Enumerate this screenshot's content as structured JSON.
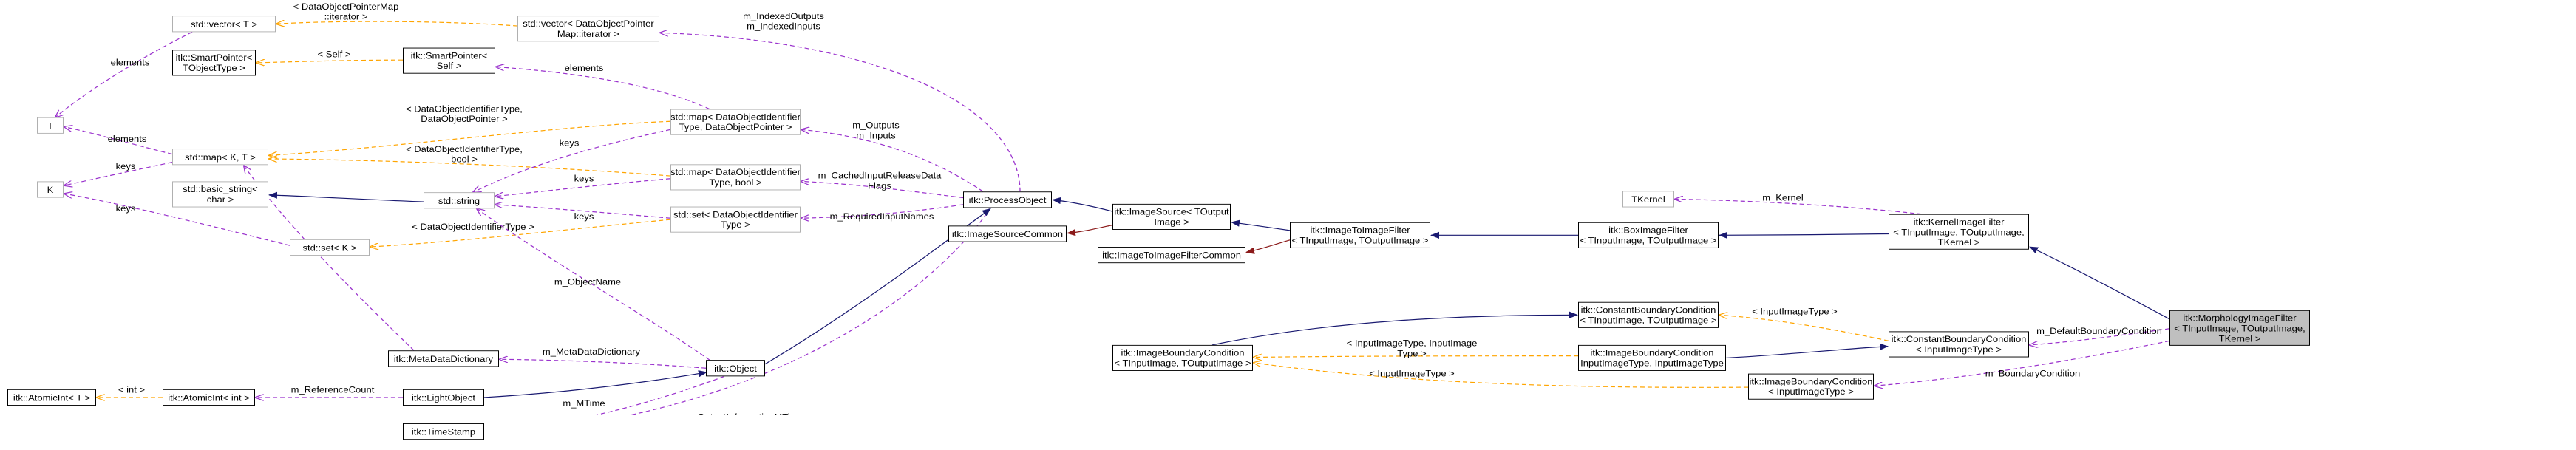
{
  "colors": {
    "inherit": "#191970",
    "usage": "#9a32cd",
    "template": "#ffa500",
    "private": "#8b1a1a"
  },
  "nodes": {
    "vector_T": [
      "std::vector< T >"
    ],
    "vector_iter": [
      "std::vector< DataObjectPointer",
      "Map::iterator >"
    ],
    "smartptr_tobj": [
      "itk::SmartPointer<",
      "TObjectType >"
    ],
    "smartptr_self": [
      "itk::SmartPointer<",
      "Self >"
    ],
    "T": [
      "T"
    ],
    "map_KT": [
      "std::map< K, T >"
    ],
    "K": [
      "K"
    ],
    "basic_string": [
      "std::basic_string<",
      "char >"
    ],
    "std_string": [
      "std::string"
    ],
    "set_K": [
      "std::set< K >"
    ],
    "map_did_dop": [
      "std::map< DataObjectIdentifier",
      "Type, DataObjectPointer >"
    ],
    "map_did_bool": [
      "std::map< DataObjectIdentifier",
      "Type, bool >"
    ],
    "set_did": [
      "std::set< DataObjectIdentifier",
      "Type >"
    ],
    "process_object": [
      "itk::ProcessObject"
    ],
    "image_source_common": [
      "itk::ImageSourceCommon"
    ],
    "image_source": [
      "itk::ImageSource< TOutput",
      "Image >"
    ],
    "image_to_image_common": [
      "itk::ImageToImageFilterCommon"
    ],
    "image_to_image": [
      "itk::ImageToImageFilter",
      "< TInputImage, TOutputImage >"
    ],
    "atomic_T": [
      "itk::AtomicInt< T >"
    ],
    "atomic_int": [
      "itk::AtomicInt< int >"
    ],
    "light_object": [
      "itk::LightObject"
    ],
    "metadata_dict": [
      "itk::MetaDataDictionary"
    ],
    "object": [
      "itk::Object"
    ],
    "timestamp": [
      "itk::TimeStamp"
    ],
    "TKernel": [
      "TKernel"
    ],
    "box_filter": [
      "itk::BoxImageFilter",
      "< TInputImage, TOutputImage >"
    ],
    "kernel_filter": [
      "itk::KernelImageFilter",
      "< TInputImage, TOutputImage,",
      "TKernel >"
    ],
    "const_bc_tin": [
      "itk::ConstantBoundaryCondition",
      "< TInputImage, TOutputImage >"
    ],
    "ibc_tin_tout": [
      "itk::ImageBoundaryCondition",
      "< TInputImage, TOutputImage >"
    ],
    "ibc_iit": [
      "itk::ImageBoundaryCondition",
      "< InputImageType, InputImageType >"
    ],
    "const_bc_iit": [
      "itk::ConstantBoundaryCondition",
      "< InputImageType >"
    ],
    "ibc_single": [
      "itk::ImageBoundaryCondition",
      "< InputImageType >"
    ],
    "morphology": [
      "itk::MorphologyImageFilter",
      "< TInputImage, TOutputImage,",
      "TKernel >"
    ]
  },
  "labels": {
    "dop_map_iter": [
      "< DataObjectPointerMap",
      "::iterator >"
    ],
    "elements": [
      "elements"
    ],
    "indexed_outputs": [
      "m_IndexedOutputs",
      "m_IndexedInputs"
    ],
    "self_tpl": [
      "< Self >"
    ],
    "elements2": [
      "elements"
    ],
    "elements3": [
      "elements"
    ],
    "keys1": [
      "keys"
    ],
    "did_dop_tpl": [
      "< DataObjectIdentifierType,",
      "DataObjectPointer >"
    ],
    "outputs_inputs": [
      "m_Outputs",
      "m_Inputs"
    ],
    "keys_left": [
      "keys"
    ],
    "did_bool_tpl": [
      "< DataObjectIdentifierType,",
      "bool >"
    ],
    "m_dictionary": [
      "m_Dictionary"
    ],
    "keys2": [
      "keys"
    ],
    "cached_flags": [
      "m_CachedInputReleaseData",
      "Flags"
    ],
    "keys_k": [
      "keys"
    ],
    "keys3": [
      "keys"
    ],
    "required_names": [
      "m_RequiredInputNames"
    ],
    "did_tpl": [
      "< DataObjectIdentifierType >"
    ],
    "object_name": [
      "m_ObjectName"
    ],
    "meta_dict": [
      "m_MetaDataDictionary"
    ],
    "int_tpl": [
      "< int >"
    ],
    "reference_count": [
      "m_ReferenceCount"
    ],
    "mtime": [
      "m_MTime"
    ],
    "output_info_mtime": [
      "m_OutputInformationMTime"
    ],
    "m_kernel": [
      "m_Kernel"
    ],
    "iit_tpl": [
      "< InputImageType >"
    ],
    "default_bc": [
      "m_DefaultBoundaryCondition"
    ],
    "iit_iit_tpl": [
      "< InputImageType, InputImage",
      "Type >"
    ],
    "iit_tpl2": [
      "< InputImageType >"
    ],
    "boundary_condition": [
      "m_BoundaryCondition"
    ]
  }
}
